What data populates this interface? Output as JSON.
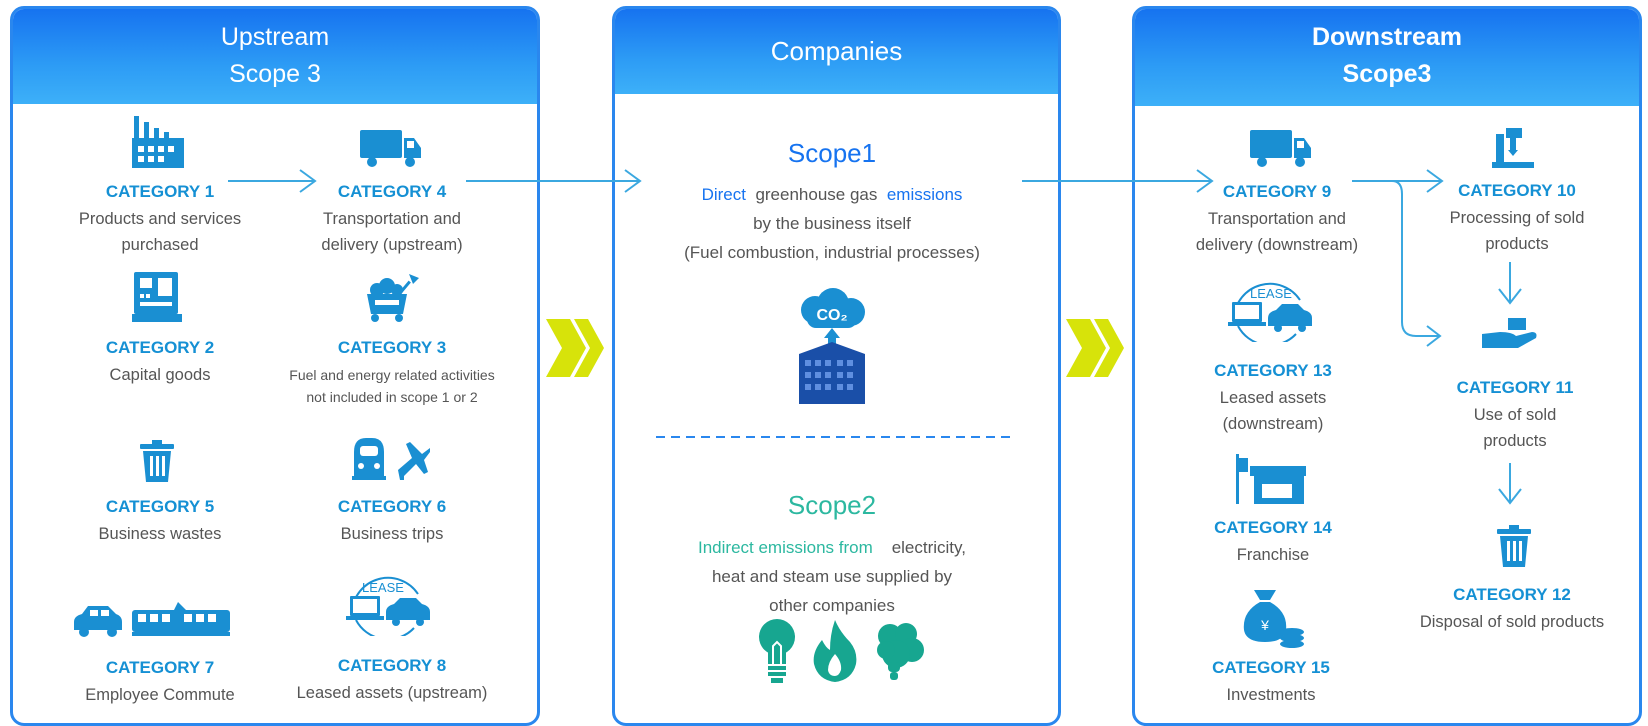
{
  "colors": {
    "border": "#2a87ee",
    "header_top": "#1673f0",
    "header_bottom": "#3db0f8",
    "category": "#1590d4",
    "icon_blue": "#1a8fd2",
    "icon_teal": "#17a690",
    "scope1": "#1673f0",
    "scope2": "#2cb8a0",
    "chevron": "#d7e30a"
  },
  "upstream": {
    "title_line1": "Upstream",
    "title_line2": "Scope 3",
    "items": [
      {
        "category": "CATEGORY 1",
        "line1": "Products and services",
        "line2": "purchased",
        "icon": "factory-icon"
      },
      {
        "category": "CATEGORY 4",
        "line1": "Transportation and",
        "line2": "delivery (upstream)",
        "icon": "truck-icon"
      },
      {
        "category": "CATEGORY 2",
        "line1": "Capital goods",
        "line2": "",
        "icon": "machine-icon"
      },
      {
        "category": "CATEGORY 3",
        "line1": "Fuel and energy related activities",
        "line2": "not included in scope 1 or 2",
        "icon": "coal-cart-icon"
      },
      {
        "category": "CATEGORY 5",
        "line1": "Business wastes",
        "line2": "",
        "icon": "trash-icon"
      },
      {
        "category": "CATEGORY 6",
        "line1": "Business trips",
        "line2": "",
        "icon": "train-plane-icon"
      },
      {
        "category": "CATEGORY 7",
        "line1": "Employee Commute",
        "line2": "",
        "icon": "car-train-icon"
      },
      {
        "category": "CATEGORY 8",
        "line1": "Leased assets (upstream)",
        "line2": "",
        "icon": "lease-icon",
        "icon_text": "LEASE"
      }
    ]
  },
  "companies": {
    "title": "Companies",
    "scope1": {
      "title": "Scope1",
      "highlight1": "Direct",
      "text1": "greenhouse gas",
      "highlight2": "emissions",
      "line2": "by the business itself",
      "line3": "(Fuel combustion, industrial processes)",
      "icon": "co2-building-icon",
      "icon_text": "CO₂"
    },
    "scope2": {
      "title": "Scope2",
      "highlight": "Indirect emissions from",
      "text1": "electricity,",
      "line2": "heat and steam use supplied by",
      "line3": "other companies",
      "icons": [
        "lightbulb-icon",
        "flame-icon",
        "steam-icon"
      ]
    }
  },
  "downstream": {
    "title_line1": "Downstream",
    "title_line2": "Scope3",
    "items": [
      {
        "category": "CATEGORY 9",
        "line1": "Transportation and",
        "line2": "delivery (downstream)",
        "icon": "truck-icon"
      },
      {
        "category": "CATEGORY 10",
        "line1": "Processing of sold",
        "line2": "products",
        "icon": "processing-icon"
      },
      {
        "category": "CATEGORY 13",
        "line1": "Leased assets",
        "line2": "(downstream)",
        "icon": "lease-icon",
        "icon_text": "LEASE"
      },
      {
        "category": "CATEGORY 11",
        "line1": "Use of sold",
        "line2": "products",
        "icon": "hand-box-icon"
      },
      {
        "category": "CATEGORY 14",
        "line1": "Franchise",
        "line2": "",
        "icon": "store-icon"
      },
      {
        "category": "CATEGORY 12",
        "line1": "Disposal of sold products",
        "line2": "",
        "icon": "trash-icon"
      },
      {
        "category": "CATEGORY 15",
        "line1": "Investments",
        "line2": "",
        "icon": "money-bag-icon",
        "icon_text": "¥"
      }
    ]
  }
}
